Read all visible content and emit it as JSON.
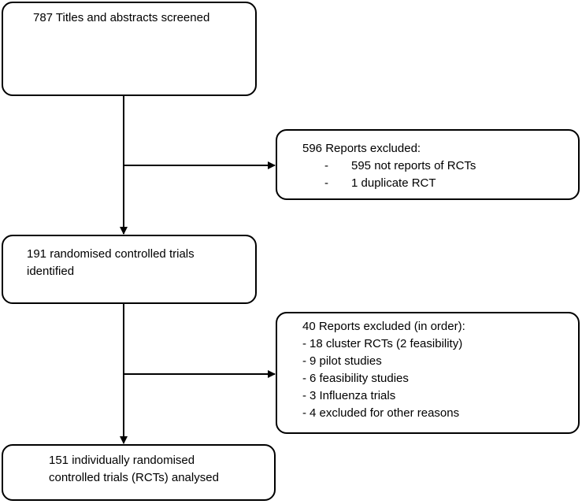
{
  "box1": {
    "text": "787 Titles and abstracts screened"
  },
  "box2": {
    "title": "596 Reports excluded:",
    "items": [
      "595 not reports of RCTs",
      "1 duplicate RCT"
    ]
  },
  "box3": {
    "line1": "191 randomised controlled trials",
    "line2": "identified"
  },
  "box4": {
    "title": "40 Reports excluded (in order):",
    "items": [
      "18 cluster RCTs (2 feasibility)",
      "9 pilot studies",
      "6 feasibility studies",
      "3 Influenza trials",
      "4 excluded for other reasons"
    ]
  },
  "box5": {
    "line1": "151 individually randomised",
    "line2": "controlled trials (RCTs) analysed"
  },
  "colors": {
    "stroke": "#000000",
    "background": "#ffffff"
  }
}
